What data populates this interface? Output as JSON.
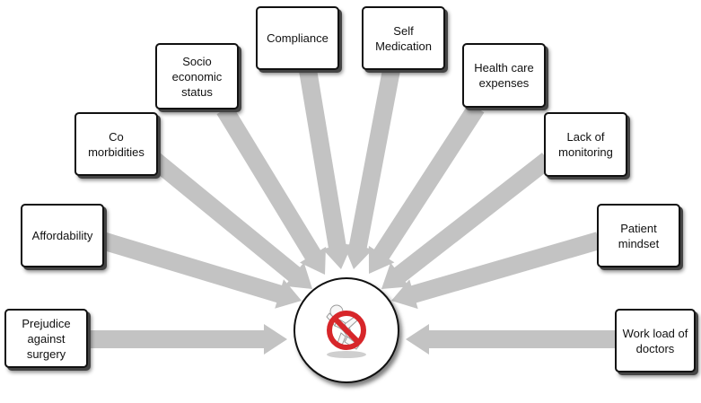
{
  "diagram": {
    "factors": [
      {
        "id": "prejudice",
        "label": "Prejudice\nagainst\nsurgery"
      },
      {
        "id": "affordability",
        "label": "Affordability"
      },
      {
        "id": "comorbidities",
        "label": "Co\nmorbidities"
      },
      {
        "id": "socioeconomic",
        "label": "Socio\neconomic\nstatus"
      },
      {
        "id": "compliance",
        "label": "Compliance"
      },
      {
        "id": "self-medication",
        "label": "Self\nMedication"
      },
      {
        "id": "health-care-expenses",
        "label": "Health care\nexpenses"
      },
      {
        "id": "lack-of-monitoring",
        "label": "Lack of\nmonitoring"
      },
      {
        "id": "patient-mindset",
        "label": "Patient\nmindset"
      },
      {
        "id": "work-load",
        "label": "Work load of\ndoctors"
      }
    ],
    "hub_icon": "no-entry-figure-icon",
    "colors": {
      "arrow": "#c3c3c3",
      "border": "#111111",
      "prohibition": "#d7262a"
    }
  }
}
